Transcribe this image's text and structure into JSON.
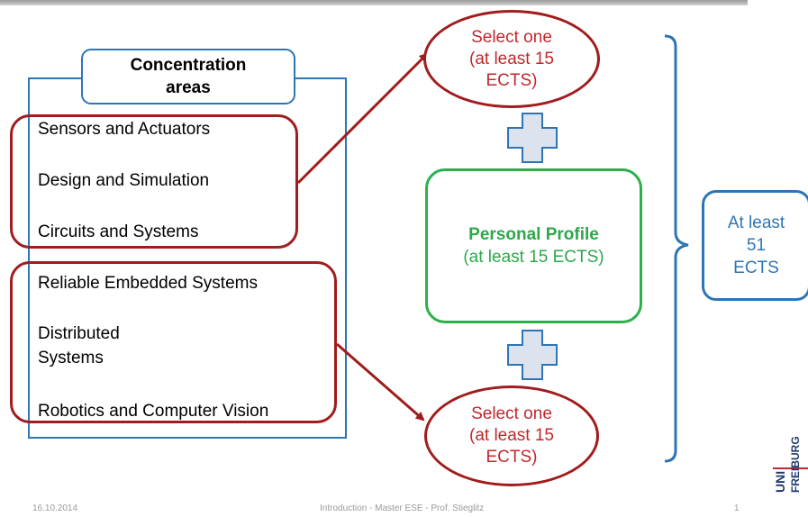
{
  "concentration": {
    "title_line1": "Concentration",
    "title_line2": "areas",
    "group1": [
      "Sensors and Actuators",
      "Design and Simulation",
      "Circuits and Systems"
    ],
    "group2": {
      "item1": "Reliable Embedded Systems",
      "item2_line1": "Distributed",
      "item2_line2": "Systems",
      "item3": "Robotics and Computer Vision"
    }
  },
  "select_top": {
    "line1": "Select one",
    "line2": "(at least 15",
    "line3": "ECTS)"
  },
  "select_bottom": {
    "line1": "Select one",
    "line2": "(at least 15",
    "line3": "ECTS)"
  },
  "profile": {
    "title": "Personal Profile",
    "subtitle": "(at least 15 ECTS)"
  },
  "total": {
    "line1": "At least",
    "line2": "51",
    "line3": "ECTS"
  },
  "footer": {
    "date": "16.10.2014",
    "center": "Introduction - Master ESE  - Prof. Stieglitz",
    "page": "1"
  },
  "logo": {
    "text": "UNI FREIBURG"
  },
  "colors": {
    "blue": "#2e75b6",
    "dark_red": "#a01d1d",
    "red_text": "#c0282d",
    "green": "#2db04b",
    "plus_fill": "#dce3ee"
  },
  "icons": [
    "plus-icon",
    "arrow-icon",
    "brace-icon"
  ]
}
